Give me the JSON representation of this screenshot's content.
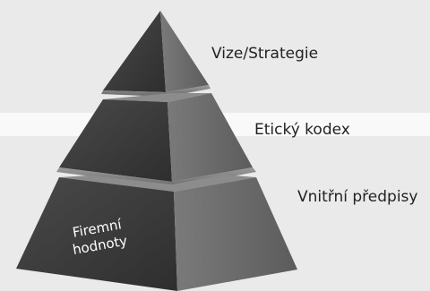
{
  "diagram": {
    "tiers": [
      {
        "label": "Vize/Strategie"
      },
      {
        "label": "Etický kodex"
      },
      {
        "label": "Vnitřní předpisy"
      }
    ],
    "base_text": [
      "Firemní",
      "hodnoty"
    ],
    "colors": {
      "background": "#ebeaea",
      "highlight_band": "#f9f9f9",
      "front_face": "#3d3d3d",
      "side_face": "#6f6f6f",
      "label_text": "#222222",
      "base_text": "#ffffff"
    }
  }
}
